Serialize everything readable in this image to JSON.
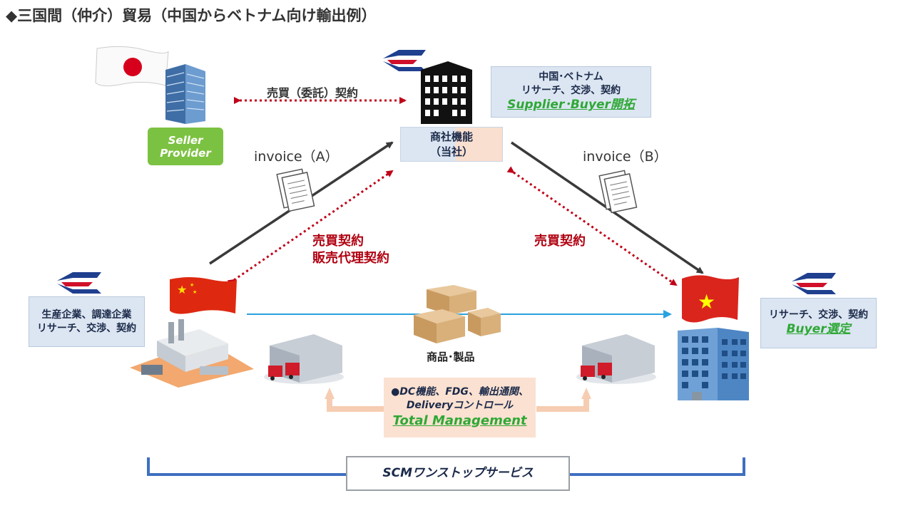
{
  "title": "◆三国間（仲介）貿易（中国からベトナム向け輸出例）",
  "seller_box": {
    "line1": "Seller",
    "line2": "Provider"
  },
  "contract_top": "売買（委託）契約",
  "trading_box": {
    "line1": "商社機能",
    "line2": "（当社）"
  },
  "note_box": {
    "line1": "中国･ベトナム",
    "line2": "リサーチ、交渉、契約",
    "highlight": "Supplier･Buyer開拓"
  },
  "invoice_a": "invoice（A）",
  "invoice_b": "invoice（B）",
  "left_contract": {
    "line1": "売買契約",
    "line2": "販売代理契約"
  },
  "right_contract": "売買契約",
  "producer_box": {
    "line1": "生産企業、調達企業",
    "line2": "リサーチ、交渉、契約"
  },
  "buyer_box": {
    "line1": "リサーチ、交渉、契約",
    "highlight": "Buyer選定"
  },
  "goods_label": "商品･製品",
  "dc_box": {
    "line1": "●DC機能、FDG、輸出通関、",
    "line2": "Deliveryコントロール",
    "highlight": "Total Management"
  },
  "scm_box": "SCMワンストップサービス",
  "colors": {
    "dark_arrow": "#3a3a3a",
    "red_dotted": "#c00018",
    "blue_line": "#2aa2e0",
    "peach": "#f6cdb2",
    "scm_bracket": "#3f6fc0",
    "green": "#2fa836",
    "seller_green": "#7cc242"
  }
}
